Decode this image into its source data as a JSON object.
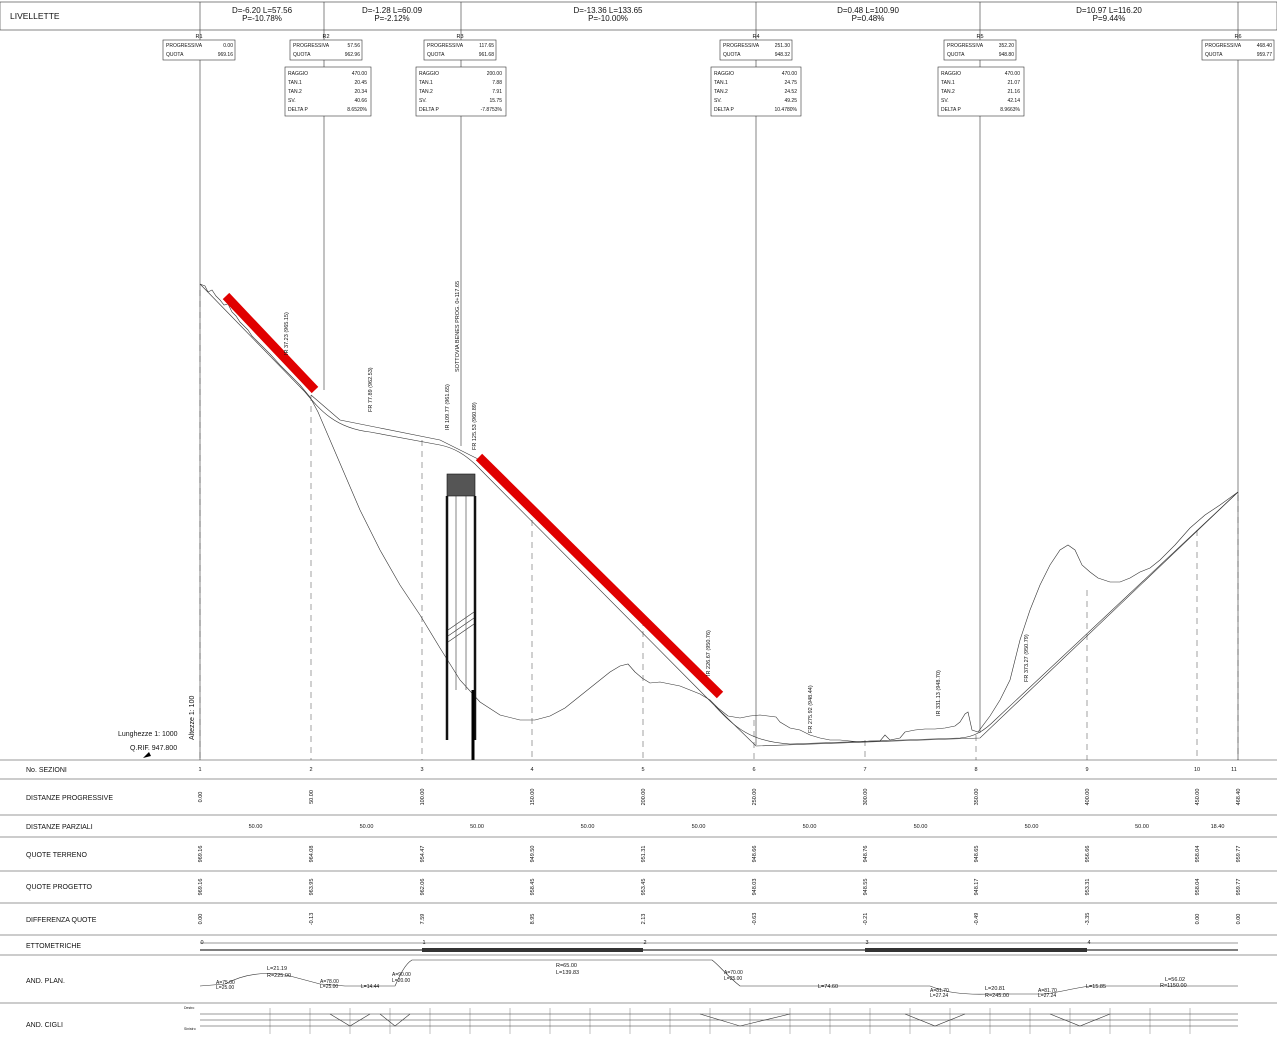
{
  "header": {
    "title": "LIVELLETTE",
    "gradients": [
      {
        "line1": "D=-6.20 L=57.56",
        "line2": "P=-10.78%"
      },
      {
        "line1": "D=-1.28 L=60.09",
        "line2": "P=-2.12%"
      },
      {
        "line1": "D=-13.36 L=133.65",
        "line2": "P=-10.00%"
      },
      {
        "line1": "D=0.48 L=100.90",
        "line2": "P=0.48%"
      },
      {
        "line1": "D=10.97 L=116.20",
        "line2": "P=9.44%"
      }
    ]
  },
  "vertices": [
    {
      "id": "R1",
      "progressiva": "0.00",
      "quota": "969.16"
    },
    {
      "id": "R2",
      "progressiva": "57.56",
      "quota": "962.96"
    },
    {
      "id": "R3",
      "progressiva": "117.65",
      "quota": "961.68"
    },
    {
      "id": "R4",
      "progressiva": "251.30",
      "quota": "948.32"
    },
    {
      "id": "R5",
      "progressiva": "352.20",
      "quota": "948.80"
    },
    {
      "id": "R6",
      "progressiva": "468.40",
      "quota": "959.77"
    }
  ],
  "vertex_labels": {
    "progressiva": "PROGRESSIVA",
    "quota": "QUOTA"
  },
  "curve_labels": {
    "raggio": "RAGGIO",
    "tan1": "TAN.1",
    "tan2": "TAN.2",
    "sv": "SV.",
    "delta": "DELTA P"
  },
  "curves": [
    {
      "raggio": "470.00",
      "tan1": "20.45",
      "tan2": "20.34",
      "sv": "40.66",
      "delta": "8.6520%"
    },
    {
      "raggio": "200.00",
      "tan1": "7.88",
      "tan2": "7.91",
      "sv": "15.75",
      "delta": "-7.8753%"
    },
    {
      "raggio": "470.00",
      "tan1": "24.75",
      "tan2": "24.52",
      "sv": "49.25",
      "delta": "10.4780%"
    },
    {
      "raggio": "470.00",
      "tan1": "21.07",
      "tan2": "21.16",
      "sv": "42.14",
      "delta": "8.9663%"
    }
  ],
  "profile_annotations": [
    "IR  37.23  (965.15)",
    "FR  77.89  (962.53)",
    "IR  109.77  (961.65)",
    "SOTTOVIA BENES PROG. 0+117.65",
    "FR  125.53  (960.89)",
    "IR  226.67  (950.76)",
    "FR  275.92  (948.44)",
    "IR  331.13  (948.70)",
    "FR  373.27  (950.79)"
  ],
  "scales": {
    "vertical": "Altezze 1: 100",
    "horizontal": "Lunghezze 1: 1000",
    "reference": "Q.RIF. 947.800"
  },
  "rows": {
    "sezioni": {
      "label": "No. SEZIONI",
      "values": [
        "1",
        "2",
        "3",
        "4",
        "5",
        "6",
        "7",
        "8",
        "9",
        "10",
        "11"
      ]
    },
    "dist_prog": {
      "label": "DISTANZE PROGRESSIVE",
      "values": [
        "0.00",
        "50.00",
        "100.00",
        "150.00",
        "200.00",
        "250.00",
        "300.00",
        "350.00",
        "400.00",
        "450.00",
        "468.40"
      ]
    },
    "dist_parz": {
      "label": "DISTANZE PARZIALI",
      "values": [
        "50.00",
        "50.00",
        "50.00",
        "50.00",
        "50.00",
        "50.00",
        "50.00",
        "50.00",
        "50.00",
        "18.40"
      ]
    },
    "quote_terreno": {
      "label": "QUOTE TERRENO",
      "values": [
        "969.16",
        "964.08",
        "954.47",
        "949.50",
        "951.31",
        "948.66",
        "948.76",
        "948.65",
        "956.66",
        "958.04",
        "959.77"
      ]
    },
    "quote_progetto": {
      "label": "QUOTE PROGETTO",
      "values": [
        "969.16",
        "963.95",
        "962.06",
        "958.45",
        "953.45",
        "948.03",
        "948.55",
        "948.17",
        "953.31",
        "958.04",
        "959.77"
      ]
    },
    "differenza": {
      "label": "DIFFERENZA QUOTE",
      "values": [
        "0.00",
        "-0.13",
        "7.59",
        "8.95",
        "2.13",
        "-0.63",
        "-0.21",
        "-0.49",
        "-3.35",
        "0.00",
        "0.00"
      ]
    },
    "ettometriche": {
      "label": "ETTOMETRICHE",
      "values": [
        "0",
        "1",
        "2",
        "3",
        "4"
      ]
    },
    "and_plan": {
      "label": "AND. PLAN."
    },
    "and_cigli": {
      "label": "AND. CIGLI"
    }
  },
  "plan_labels": [
    "L=21.19",
    "R=225.00",
    "A=75.00",
    "L=25.00",
    "A=78.00",
    "L=25.00",
    "L=14.44",
    "A=90.00",
    "L=20.00",
    "R=65.00",
    "L=139.83",
    "A=70.00",
    "L=25.00",
    "L=74.60",
    "A=81.70",
    "L=27.24",
    "L=20.81",
    "R=245.00",
    "A=81.70",
    "L=27.24",
    "L=15.85",
    "L=56.02",
    "R=1150.00"
  ],
  "cigli_labels": {
    "destro": "Destro",
    "sinistro": "Sinistro"
  },
  "chart_data": {
    "type": "line",
    "title": "LIVELLETTE",
    "xlabel": "DISTANZE PROGRESSIVE",
    "ylabel": "",
    "xlim": [
      0,
      468.4
    ],
    "ylim": [
      947.8,
      975
    ],
    "series": [
      {
        "name": "QUOTE TERRENO",
        "x": [
          0,
          50,
          100,
          150,
          200,
          250,
          300,
          350,
          400,
          450,
          468.4
        ],
        "values": [
          969.16,
          964.08,
          954.47,
          949.5,
          951.31,
          948.66,
          948.76,
          948.65,
          956.66,
          958.04,
          959.77
        ]
      },
      {
        "name": "QUOTE PROGETTO",
        "x": [
          0,
          50,
          100,
          150,
          200,
          250,
          300,
          350,
          400,
          450,
          468.4
        ],
        "values": [
          969.16,
          963.95,
          962.06,
          958.45,
          953.45,
          948.03,
          948.55,
          948.17,
          953.31,
          958.04,
          959.77
        ]
      }
    ],
    "colors": {
      "highlight": "#e00000",
      "line": "#333333",
      "structure": "#222222"
    }
  }
}
